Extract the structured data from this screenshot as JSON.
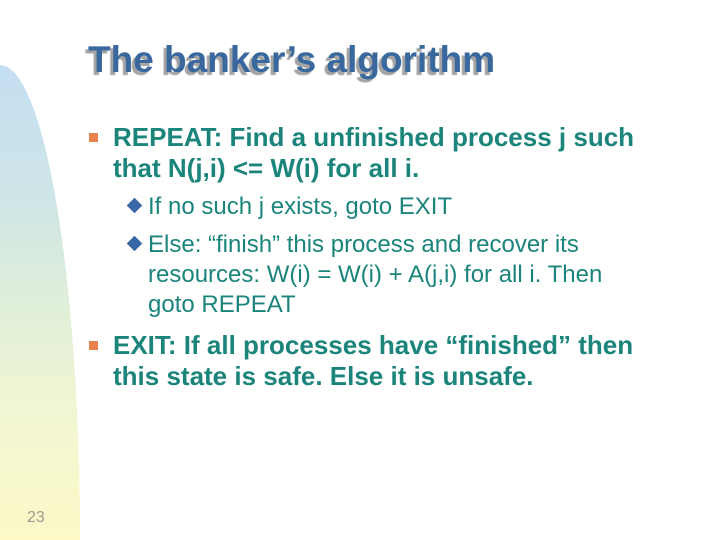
{
  "slide": {
    "title": "The banker’s algorithm",
    "bullets": [
      {
        "level": 1,
        "marker": "square-bullet",
        "lines": [
          "REPEAT: Find a unfinished process j such",
          "that N(j,i) <= W(i) for all i."
        ]
      },
      {
        "level": 2,
        "marker": "diamond-bullet",
        "lines": [
          "If no such j exists, goto EXIT"
        ]
      },
      {
        "level": 2,
        "marker": "diamond-bullet",
        "lines": [
          "Else: “finish” this process and recover its",
          "resources: W(i) = W(i) + A(j,i) for all i. Then",
          "goto REPEAT"
        ]
      },
      {
        "level": 1,
        "marker": "square-bullet",
        "lines": [
          "EXIT: If all processes have “finished” then",
          "this state is safe. Else it is unsafe."
        ]
      }
    ],
    "footer": {
      "page_number": "23"
    },
    "icons": {
      "level1_marker": "square-bullet-icon",
      "level2_marker": "diamond-bullet-icon"
    },
    "colors": {
      "title_text": "#39689E",
      "title_shadow": "#A3A3A3",
      "body_text": "#1B857C",
      "bullet_square": "#E8834F",
      "bullet_diamond": "#3A67A5",
      "page_number_text": "#9C9C90",
      "deco_gradient_top": "#C4DFF2",
      "deco_gradient_mid_blue": "#CEE5E6",
      "deco_gradient_mid_green": "#E0EFD9",
      "deco_gradient_mid_yellow": "#F2F6D2",
      "deco_gradient_bottom": "#FCF9C6"
    }
  }
}
